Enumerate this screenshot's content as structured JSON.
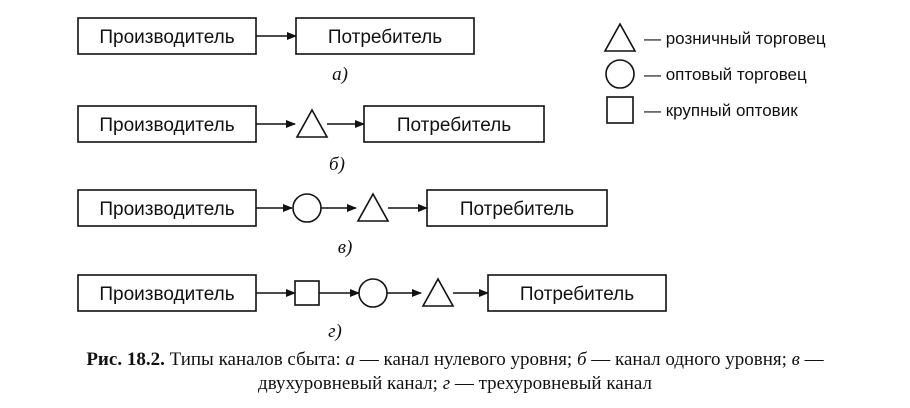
{
  "nodes": {
    "producer": "Производитель",
    "consumer": "Потребитель"
  },
  "legend": {
    "triangle": "— розничный торговец",
    "circle": "— оптовый торговец",
    "square": "— крупный оптовик"
  },
  "variants": [
    {
      "label": "а)",
      "chain": []
    },
    {
      "label": "б)",
      "chain": [
        "triangle"
      ]
    },
    {
      "label": "в)",
      "chain": [
        "circle",
        "triangle"
      ]
    },
    {
      "label": "г)",
      "chain": [
        "square",
        "circle",
        "triangle"
      ]
    }
  ],
  "caption": {
    "fig_number": "Рис. 18.2.",
    "intro": " Типы каналов сбыта: ",
    "a_letter": "а",
    "a_text": " — канал нулевого уровня; ",
    "b_letter": "б",
    "b_text": " — канал одного уровня; ",
    "v_letter": "в",
    "v_text": " — двухуровневый канал; ",
    "g_letter": "г",
    "g_text": " — трехуровневый канал"
  }
}
